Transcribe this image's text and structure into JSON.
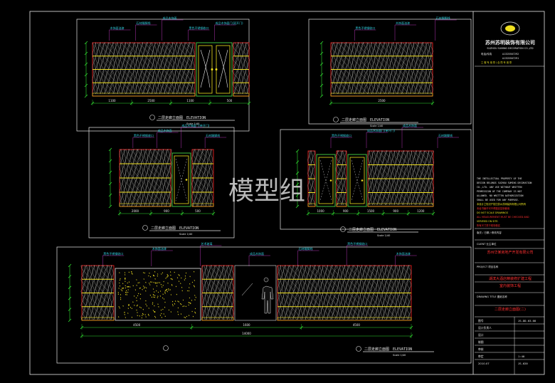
{
  "colors": {
    "background": "#000000",
    "frame": "#e8e8e8",
    "panel_lines": "#ff2020",
    "wall_stripes": "#f0f0e8",
    "accent_yellow": "#f0e020",
    "dimension_green": "#30e030",
    "annotation_cyan": "#30d0e0",
    "annotation_magenta": "#e040e0",
    "door_green": "#40c040",
    "title_red": "#ff3030",
    "note_yellow": "#e8e020"
  },
  "watermark": "模型组",
  "company": {
    "name_cn": "苏州苏明装饰有限公司",
    "name_en": "SUZHOU SUMING DECORATION CO.,LTD",
    "phone_label": "电话/传真",
    "phone_1": "A1325507292",
    "phone_2": "A1325507291",
    "address_line": "工 程 专 用 章 / 合 同 专 用 章"
  },
  "notes_en": [
    "THE INTELLECTUAL PROPERTY OF THE",
    "DESIGN BELONGS SUZHOU SUMING DECORATION",
    "CO.,LTD. ANY USE WITHOUT WRITTEN",
    "PERMISSION OF THE COMPANY IS NOT",
    "ALLOWED. NO WRITTEN AUTHORIZATION",
    "SHALL BE USED FOR ANY PURPOSE."
  ],
  "notes_cn": [
    "本设计之知识产权归苏州苏明装饰有限公司所有",
    "未经书面许可不得擅自复制使用",
    "DO NOT SCALE DRAWINGS",
    "ALL MEASUREMENT MUST BE CHECKED AND",
    "VERIFIED ON SITE.",
    "所有尺寸须于现场核实"
  ],
  "title_block": {
    "revision_label": "版次 / 日期 / 修改内容",
    "client_label": "CLIENT",
    "client_cn": "业主单位",
    "client_name": "苏州华某房地产开发有限公司",
    "project_label": "PROJECT",
    "project_cn": "项目名称",
    "project_name_1": "湖滨大酒店精装修扩建工程",
    "project_name_2": "室内装饰工程",
    "drawing_title_label": "DRAWING TITLE",
    "drawing_title_cn": "图纸名称",
    "drawing_title": "二层走廊立面图(二)",
    "designer_label": "设计负责人",
    "design_label": "设计",
    "draw_label": "制图",
    "check_label": "审核",
    "approve_label": "审定",
    "drawing_no_label": "图号",
    "drawing_no": "JS-DD-03-08",
    "scale": "1:40",
    "date": "2010.07",
    "sheet": "JS-020"
  },
  "elevations": [
    {
      "id": "A",
      "title": "二层走廊立面图",
      "title_en": "ELEVATION",
      "scale": "Scale 1/40",
      "labels": [
        "木饰面油漆",
        "石材踢脚线",
        "成品木饰面",
        "黑色不锈钢收口",
        "成品木饰面门(双开门)"
      ],
      "dims": [
        "1100",
        "2500",
        "1100",
        "500"
      ]
    },
    {
      "id": "B",
      "title": "二层走廊立面图",
      "title_en": "ELEVATION",
      "scale": "Scale 1/40",
      "labels": [
        "黑色不锈钢收口",
        "木饰面油漆",
        "石材踢脚线"
      ],
      "dims": [
        "2500"
      ]
    },
    {
      "id": "C",
      "title": "二层走廊立面图",
      "title_en": "ELEVATION",
      "scale": "Scale 1/40",
      "labels": [
        "黑色不锈钢收口",
        "成品木饰面",
        "成品木饰面门(单开门)",
        "石材踢脚线"
      ],
      "dims": [
        "2000",
        "900",
        "500"
      ]
    },
    {
      "id": "D",
      "title": "二层走廊立面图",
      "title_en": "ELEVATION",
      "scale": "Scale 1/40",
      "labels": [
        "黑色不锈钢收口",
        "成品木饰面门(单开门)",
        "成品木饰面",
        "石材踢脚线"
      ],
      "dims": [
        "1000",
        "900",
        "1500",
        "900",
        "1200"
      ]
    },
    {
      "id": "E",
      "title": "二层走廊立面图",
      "title_en": "ELEVATION",
      "scale": "Scale 1/40",
      "labels": [
        "黑色不锈钢收口",
        "木饰面油漆",
        "艺术玻璃",
        "成品木饰面",
        "石材踢脚线",
        "黑色不锈钢收口",
        "木饰面油漆"
      ],
      "dims": [
        "4500",
        "1600",
        "4500",
        "14000"
      ]
    }
  ]
}
